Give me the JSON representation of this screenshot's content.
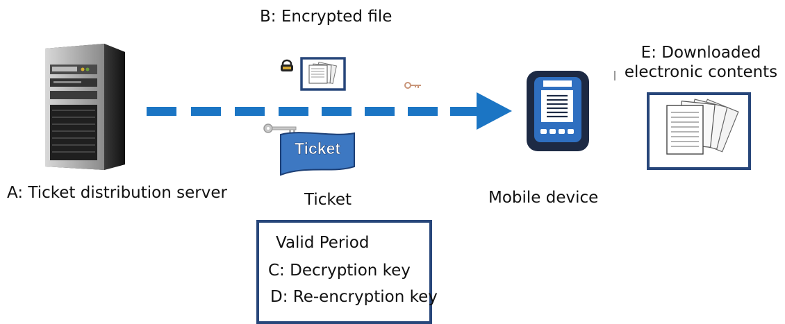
{
  "server": {
    "label": "A: Ticket distribution server",
    "icon": "server-tower-icon"
  },
  "encrypted_file": {
    "label": "B: Encrypted file",
    "icon": "encrypted-document-icon",
    "lock_icon": "lock-icon"
  },
  "ticket": {
    "label": "Ticket",
    "banner_text": "Ticket",
    "icon": "ticket-banner-icon",
    "key_icon": "key-icon"
  },
  "mobile_device": {
    "label": "Mobile device",
    "icon": "mobile-device-icon"
  },
  "downloaded": {
    "label": "E: Downloaded electronic contents",
    "icon": "document-stack-icon"
  },
  "ticket_contents": {
    "valid_period": "Valid Period",
    "decryption_key": "C: Decryption key",
    "reencryption_key": "D: Re-encryption key"
  },
  "colors": {
    "arrow": "#1b75c4",
    "frame": "#27467a",
    "ticket_fill": "#3d78c2",
    "server_dark": "#2a2a2a",
    "device_body": "#1d2a44",
    "device_screen": "#2f6fc0"
  }
}
